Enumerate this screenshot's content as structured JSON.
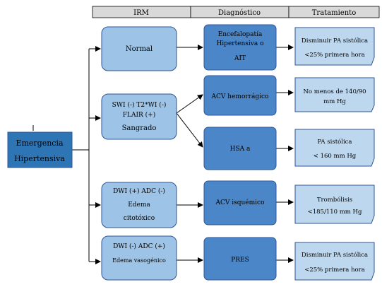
{
  "header": {
    "columns": [
      "IRM",
      "Diagnóstico",
      "Tratamiento"
    ]
  },
  "root": {
    "lines": [
      "Emergencia",
      "Hipertensiva"
    ]
  },
  "irm": [
    {
      "lines": [
        "Normal"
      ]
    },
    {
      "lines": [
        "SWI (-) T2*WI (-)",
        "FLAIR (+)",
        "Sangrado"
      ]
    },
    {
      "lines": [
        "DWI (+) ADC (-)",
        "Edema",
        "citotóxico"
      ]
    },
    {
      "lines": [
        "DWI (-) ADC (+)",
        "Edema vasogénico"
      ]
    }
  ],
  "diagnostico": [
    {
      "lines": [
        "Encefalopatía",
        "Hipertensiva o",
        "AIT"
      ]
    },
    {
      "lines": [
        "ACV hemorrágico"
      ]
    },
    {
      "lines": [
        "HSA a"
      ]
    },
    {
      "lines": [
        "ACV isquémico"
      ]
    },
    {
      "lines": [
        "PRES"
      ]
    }
  ],
  "tratamiento": [
    {
      "lines": [
        "Disminuir PA sistólica",
        "<25% primera hora"
      ]
    },
    {
      "lines": [
        "No menos de 140/90",
        "mm Hg"
      ]
    },
    {
      "lines": [
        "PA sistólica",
        "< 160 mm Hg"
      ]
    },
    {
      "lines": [
        "Trombólisis",
        "<185/110 mm Hg"
      ]
    },
    {
      "lines": [
        "Disminuir PA sistólica",
        "<25% primera hora"
      ]
    }
  ],
  "colors": {
    "root_fill": "#2e75b6",
    "irm_fill": "#9dc3e6",
    "diag_fill": "#4a86c8",
    "treat_fill": "#bdd7ee",
    "stroke": "#2f5597",
    "header_fill": "#d9d9d9"
  }
}
